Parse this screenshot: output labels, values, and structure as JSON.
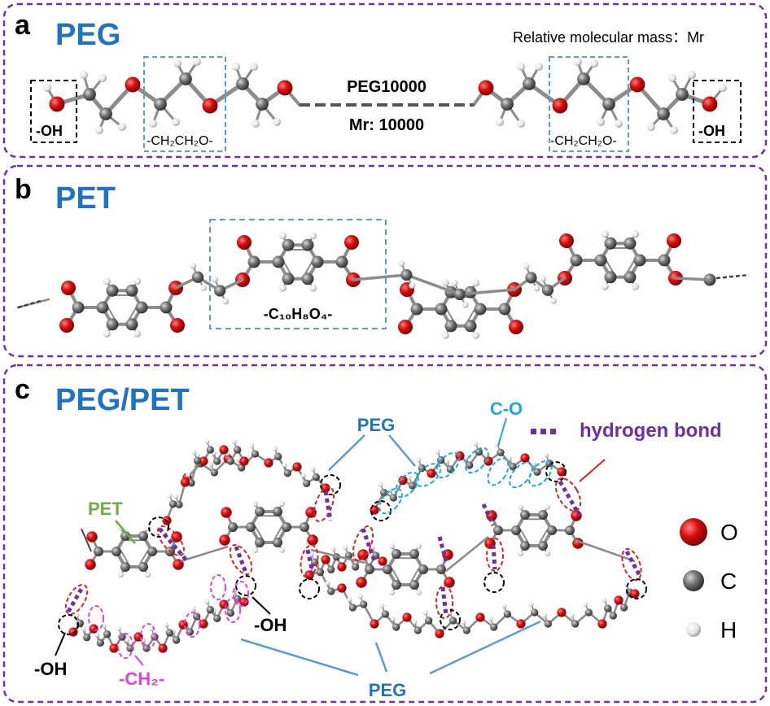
{
  "panel_a": {
    "letter": "a",
    "title": "PEG",
    "note": "Relative molecular mass：Mr",
    "chain_label": "PEG10000",
    "mr_label": "Mr: 10000",
    "oh_left": "-OH",
    "oh_right": "-OH",
    "repeat_unit_left": "-CH₂CH₂O-",
    "repeat_unit_right": "-CH₂CH₂O-"
  },
  "panel_b": {
    "letter": "b",
    "title": "PET",
    "repeat_unit": "-C₁₀H₈O₄-"
  },
  "panel_c": {
    "letter": "c",
    "title": "PEG/PET",
    "label_peg_top": "PEG",
    "label_co": "C-O",
    "label_hbond": "hydrogen bond",
    "label_pet": "PET",
    "label_oh_left": "-OH",
    "label_oh_mid": "-OH",
    "label_ch2": "-CH₂-",
    "label_peg_bottom": "PEG"
  },
  "legend": {
    "items": [
      {
        "symbol": "O",
        "color": "#d01010"
      },
      {
        "symbol": "C",
        "color": "#6f6f6f"
      },
      {
        "symbol": "H",
        "color": "#e2e2e2"
      }
    ]
  },
  "colors": {
    "title_blue": "#1f73c2",
    "panel_border": "#7030a0",
    "box_black": "#000000",
    "box_blue": "#5b9bd5",
    "hbond": "#7030a0",
    "co_cyan": "#1aa7e0",
    "pet_green": "#70ad47",
    "ch2_magenta": "#e040e0",
    "red_line": "#e02020",
    "connector_blue": "#5b9bd5",
    "oxygen": "#d01010",
    "carbon": "#6f6f6f",
    "hydrogen": "#e2e2e2"
  }
}
